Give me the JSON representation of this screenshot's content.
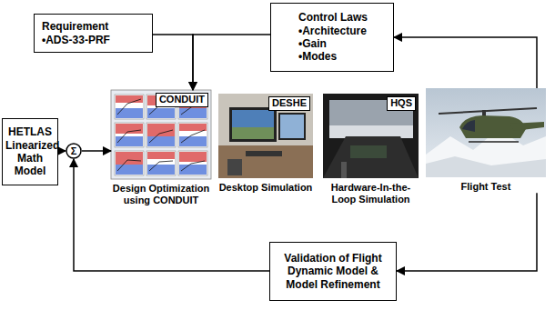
{
  "diagram": {
    "nodes": [
      {
        "text": [
          "Requirement",
          "•ADS-33-PRF"
        ]
      },
      {
        "text": [
          "Control Laws",
          "•Architecture",
          "•Gain",
          "•Modes"
        ]
      },
      {
        "text": [
          "HETLAS Linearized Math Model"
        ]
      },
      {
        "text": [
          "Σ"
        ]
      },
      {
        "text": [
          "CONDUIT",
          "Design Optimization using CONDUIT"
        ]
      },
      {
        "text": [
          "DESHE",
          "Desktop Simulation"
        ]
      },
      {
        "text": [
          "HQS",
          "Hardware-In-the-Loop Simulation"
        ]
      },
      {
        "text": [
          "Flight Test"
        ]
      },
      {
        "text": [
          "Validation of Flight Dynamic Model & Model Refinement"
        ]
      }
    ],
    "edges": [
      {
        "from": 2,
        "to": 3,
        "arrow": "to"
      },
      {
        "from": 3,
        "to": 4,
        "arrow": "to"
      },
      {
        "from": 0,
        "to": 4,
        "arrow": "to"
      },
      {
        "from": 1,
        "to": 4,
        "arrow": "to"
      },
      {
        "from": 7,
        "to": 1,
        "arrow": "to"
      },
      {
        "from": 7,
        "to": 8,
        "arrow": "to"
      },
      {
        "from": 8,
        "to": 3,
        "arrow": "to"
      }
    ]
  }
}
